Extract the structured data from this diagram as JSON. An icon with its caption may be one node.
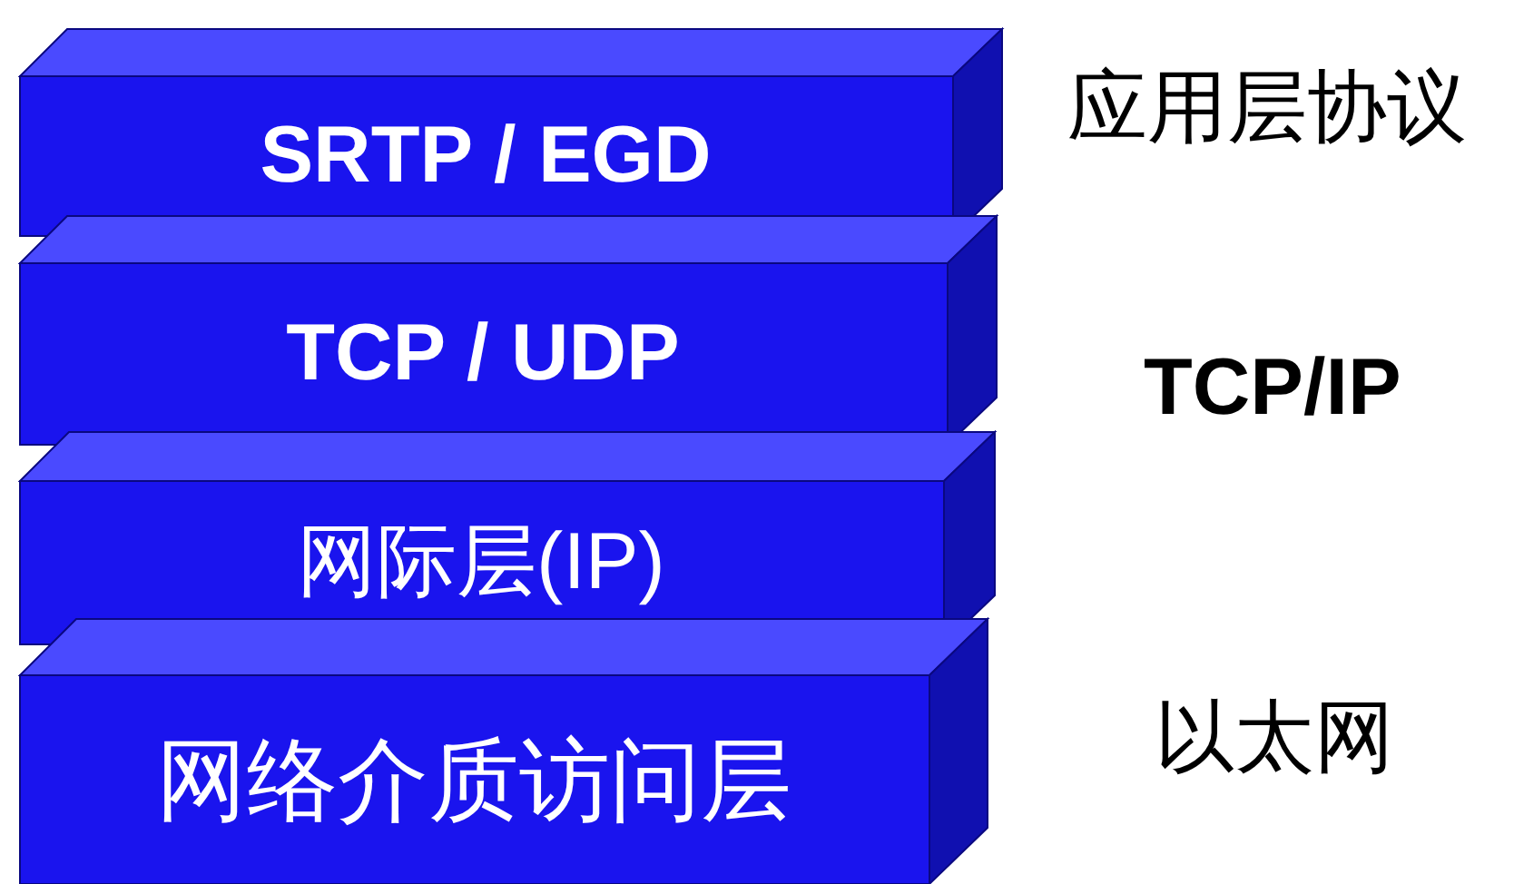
{
  "diagram": {
    "nodes": [
      {
        "text": [
          "SRTP / EGD"
        ]
      },
      {
        "text": [
          "TCP / UDP"
        ]
      },
      {
        "text": [
          "网际层(IP)"
        ]
      },
      {
        "text": [
          "网络介质访问层"
        ]
      }
    ],
    "labels": [
      "应用层协议",
      "TCP/IP",
      "以太网"
    ]
  }
}
